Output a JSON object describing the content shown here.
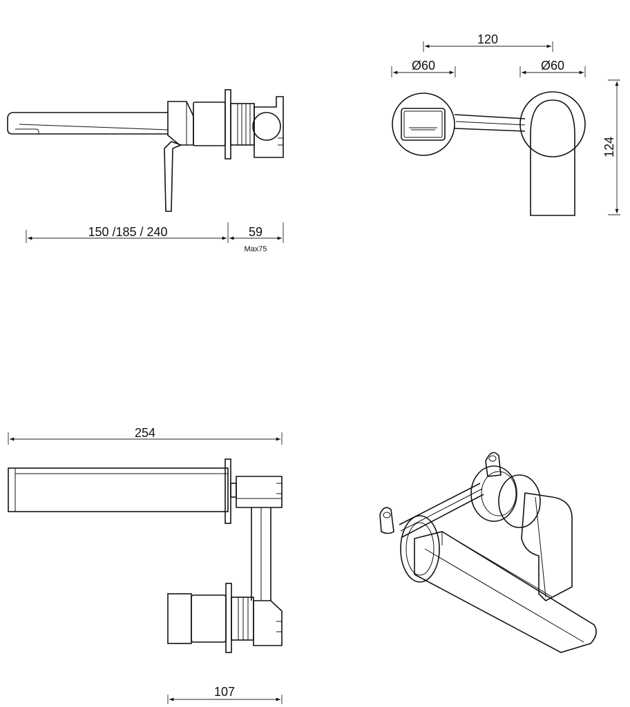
{
  "dimensions": {
    "side_spout_length": "150 /185 / 240",
    "side_depth": "59",
    "side_depth_max": "Max75",
    "front_centers": "120",
    "front_dia_left": "Ø60",
    "front_dia_right": "Ø60",
    "front_height": "124",
    "plan_total_length": "254",
    "plan_depth": "107"
  }
}
